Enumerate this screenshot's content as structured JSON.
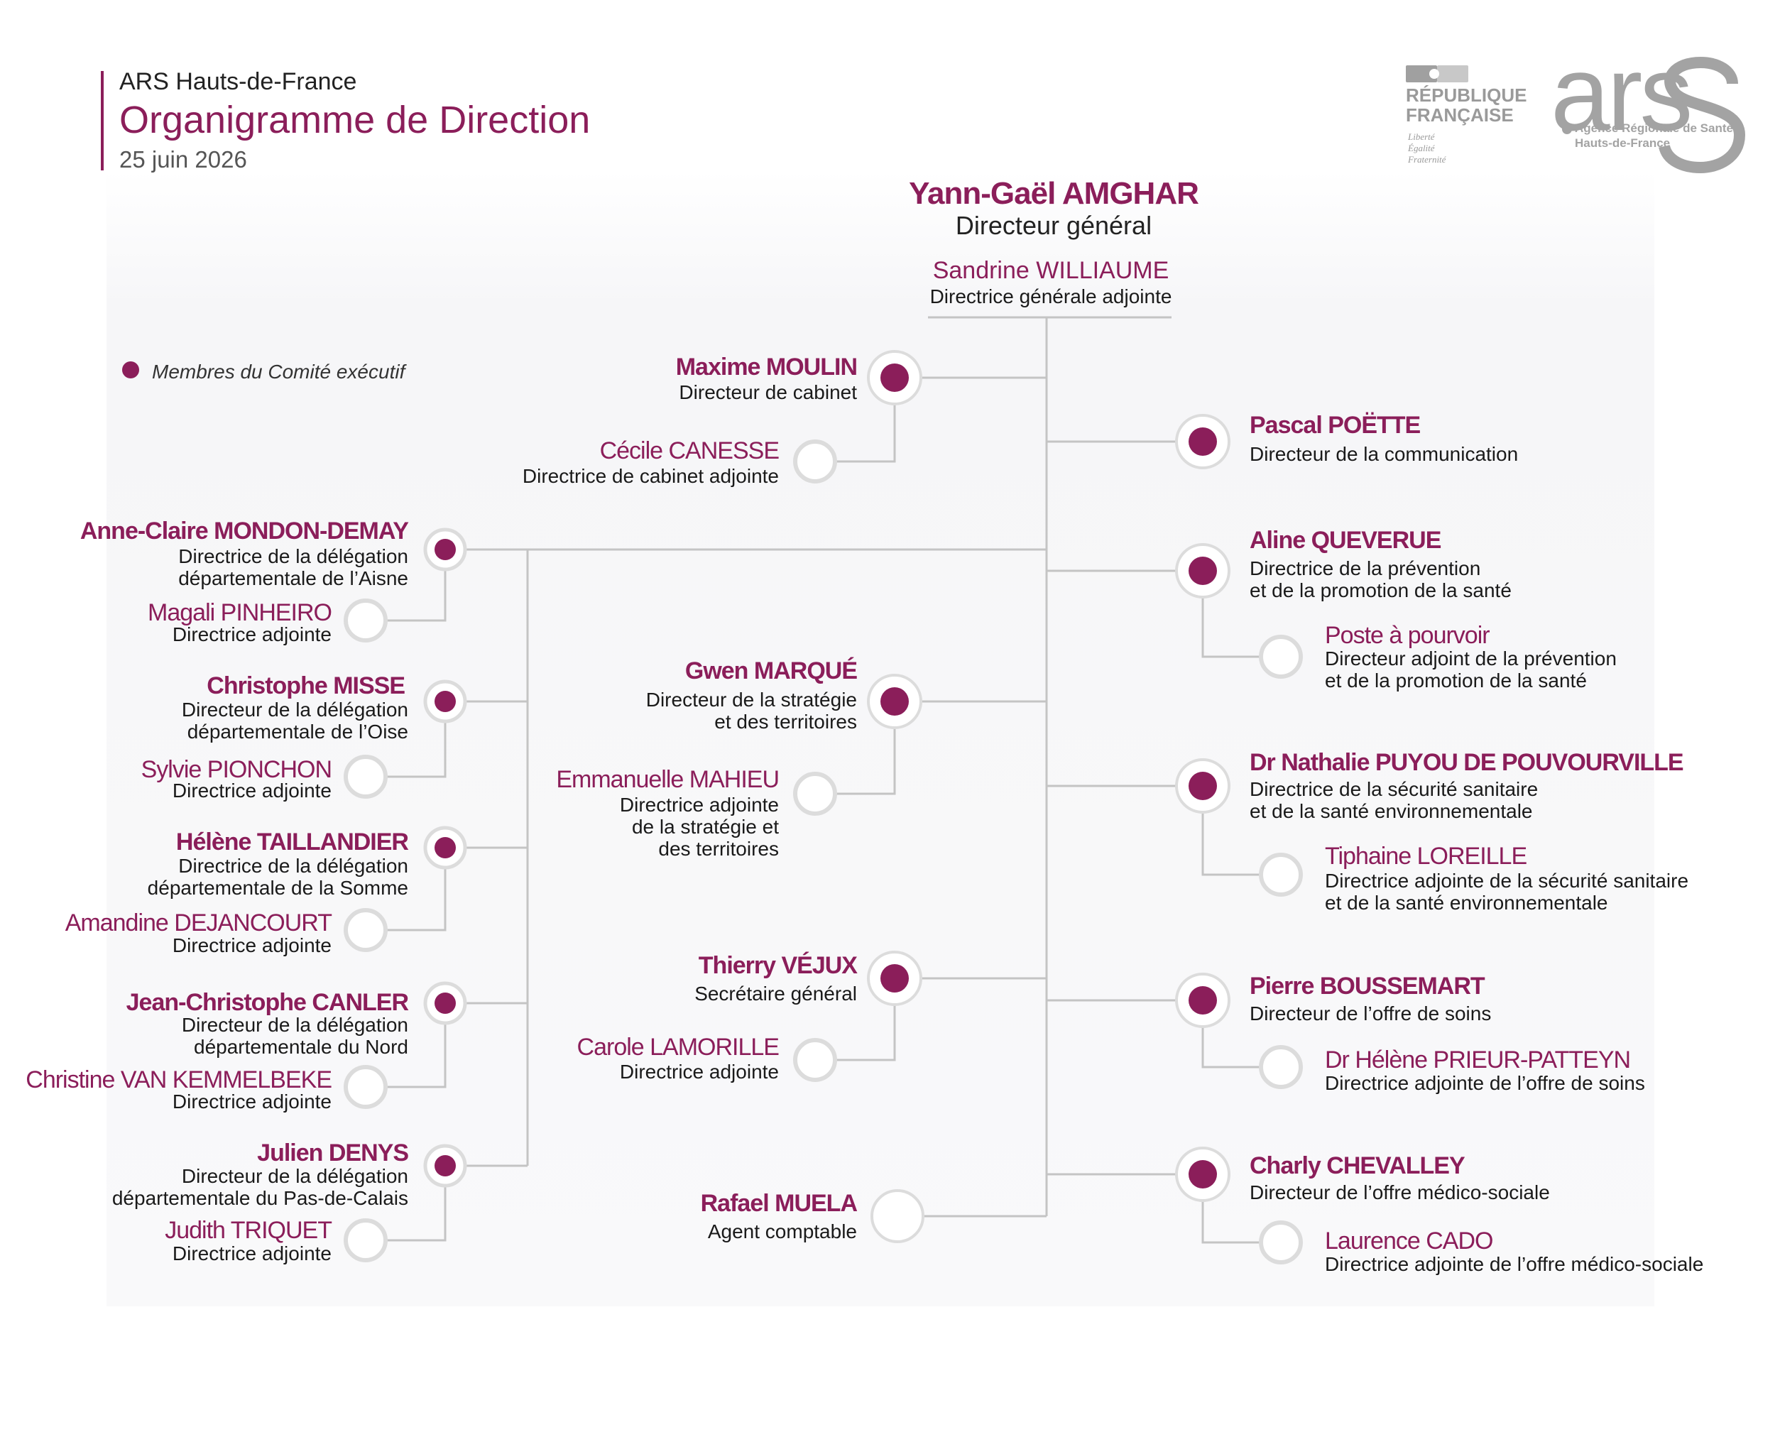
{
  "header": {
    "organization": "ARS Hauts-de-France",
    "title": "Organigramme de Direction",
    "date": "25 juin 2026"
  },
  "logos": {
    "republique": "RÉPUBLIQUE\nFRANÇAISE",
    "motto": "Liberté\nÉgalité\nFraternité",
    "ars_word": "ars",
    "ars_subtitle": "Agence Régionale de Santé\nHauts-de-France"
  },
  "legend": {
    "label": "Membres du Comité exécutif"
  },
  "colors": {
    "accent": "#8b1e5a",
    "line": "#c4c4c4",
    "ring": "#dcdcdc"
  },
  "director_general": {
    "name": "Yann-Gaël AMGHAR",
    "role": "Directeur général"
  },
  "deputy_director_general": {
    "name": "Sandrine WILLIAUME",
    "role": "Directrice générale adjointe"
  },
  "departments": [
    {
      "name": "Anne-Claire MONDON-DEMAY",
      "role": "Directrice de la délégation\ndépartementale de l’Aisne",
      "deputy": {
        "name": "Magali PINHEIRO",
        "role": "Directrice adjointe"
      }
    },
    {
      "name": "Christophe MISSE",
      "role": "Directeur de la délégation\ndépartementale de l’Oise",
      "deputy": {
        "name": "Sylvie PIONCHON",
        "role": "Directrice adjointe"
      }
    },
    {
      "name": "Hélène TAILLANDIER",
      "role": "Directrice de la délégation\ndépartementale de la Somme",
      "deputy": {
        "name": "Amandine DEJANCOURT",
        "role": "Directrice adjointe"
      }
    },
    {
      "name": "Jean-Christophe CANLER",
      "role": "Directeur de la délégation\ndépartementale du Nord",
      "deputy": {
        "name": "Christine VAN KEMMELBEKE",
        "role": "Directrice adjointe"
      }
    },
    {
      "name": "Julien DENYS",
      "role": "Directeur de la délégation\ndépartementale du Pas-de-Calais",
      "deputy": {
        "name": "Judith TRIQUET",
        "role": "Directrice adjointe"
      }
    }
  ],
  "center": [
    {
      "name": "Maxime MOULIN",
      "role": "Directeur de cabinet",
      "deputy": {
        "name": "Cécile CANESSE",
        "role": "Directrice de cabinet adjointe"
      }
    },
    {
      "name": "Gwen MARQUÉ",
      "role": "Directeur de la stratégie\net des territoires",
      "deputy": {
        "name": "Emmanuelle MAHIEU",
        "role": "Directrice adjointe\nde la stratégie et\ndes territoires"
      }
    },
    {
      "name": "Thierry VÉJUX",
      "role": "Secrétaire général",
      "deputy": {
        "name": "Carole LAMORILLE",
        "role": "Directrice adjointe"
      }
    },
    {
      "name": "Rafael MUELA",
      "role": "Agent comptable"
    }
  ],
  "right": [
    {
      "name": "Pascal POËTTE",
      "role": "Directeur de la communication"
    },
    {
      "name": "Aline QUEVERUE",
      "role": "Directrice de la prévention\net de la promotion de la santé",
      "deputy": {
        "name": "Poste à pourvoir",
        "role": "Directeur adjoint de la prévention\net de la promotion de la santé"
      }
    },
    {
      "name": "Dr Nathalie PUYOU DE POUVOURVILLE",
      "role": "Directrice de la sécurité sanitaire\net de la santé environnementale",
      "deputy": {
        "name": "Tiphaine LOREILLE",
        "role": "Directrice adjointe de la sécurité sanitaire\net de la santé environnementale"
      }
    },
    {
      "name": "Pierre BOUSSEMART",
      "role": "Directeur de l’offre de soins",
      "deputy": {
        "name": "Dr Hélène PRIEUR-PATTEYN",
        "role": "Directrice adjointe de l’offre de soins"
      }
    },
    {
      "name": "Charly CHEVALLEY",
      "role": "Directeur de l’offre médico-sociale",
      "deputy": {
        "name": "Laurence CADO",
        "role": "Directrice adjointe de l’offre médico-sociale"
      }
    }
  ]
}
